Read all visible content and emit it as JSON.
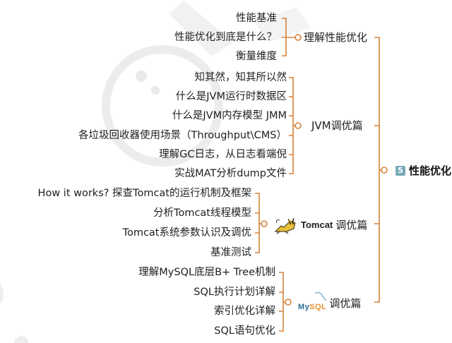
{
  "mindmap": {
    "root": {
      "badge": "5",
      "label": "性能优化"
    },
    "branches": [
      {
        "label": "理解性能优化",
        "icon": null,
        "children": [
          "性能基准",
          "性能优化到底是什么？",
          "衡量维度"
        ]
      },
      {
        "label": "JVM调优篇",
        "icon": null,
        "children": [
          "知其然，知其所以然",
          "什么是JVM运行时数据区",
          "什么是JVM内存模型 JMM",
          "各垃圾回收器使用场景（Throughput\\CMS）",
          "理解GC日志，从日志看端倪",
          "实战MAT分析dump文件"
        ]
      },
      {
        "label_prefix": "Tomcat",
        "label": "调优篇",
        "icon": "tomcat-logo",
        "children": [
          "How it works? 探查Tomcat的运行机制及框架",
          "分析Tomcat线程模型",
          "Tomcat系统参数认识及调优",
          "基准测试"
        ]
      },
      {
        "label": "调优篇",
        "icon": "mysql-logo",
        "logo_text": {
          "my": "My",
          "sql": "SQL"
        },
        "children": [
          "理解MySQL底层B+ Tree机制",
          "SQL执行计划详解",
          "索引优化详解",
          "SQL语句优化"
        ]
      }
    ]
  },
  "colors": {
    "connector": "#d6823a",
    "badge": "#7aaab8",
    "text": "#1e1e1e"
  }
}
